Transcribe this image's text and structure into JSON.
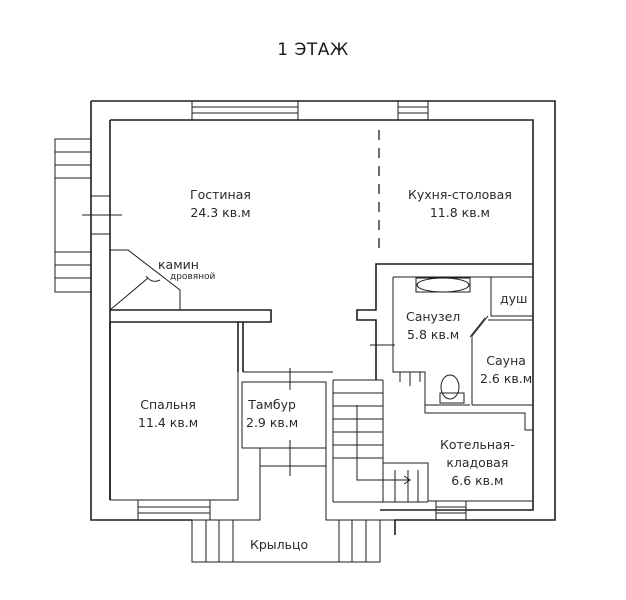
{
  "title": "1 ЭТАЖ",
  "rooms": [
    {
      "id": "living",
      "name": "Гостиная",
      "area": "24.3 кв.м"
    },
    {
      "id": "kitchen",
      "name": "Кухня-столовая",
      "area": "11.8 кв.м"
    },
    {
      "id": "bathroom",
      "name": "Санузел",
      "area": "5.8 кв.м"
    },
    {
      "id": "shower",
      "name": "душ"
    },
    {
      "id": "sauna",
      "name": "Сауна",
      "area": "2.6 кв.м"
    },
    {
      "id": "bedroom",
      "name": "Спальня",
      "area": "11.4 кв.м"
    },
    {
      "id": "vestibule",
      "name": "Тамбур",
      "area": "2.9 кв.м"
    },
    {
      "id": "boiler",
      "name": "Котельная-",
      "name2": "кладовая",
      "area": "6.6 кв.м"
    },
    {
      "id": "porch",
      "name": "Крыльцо"
    }
  ],
  "fireplace": {
    "label": "камин",
    "sublabel": "дровяной"
  },
  "colors": {
    "line": "#1e1e1e",
    "text": "#2a2a2a",
    "background": "#ffffff"
  }
}
